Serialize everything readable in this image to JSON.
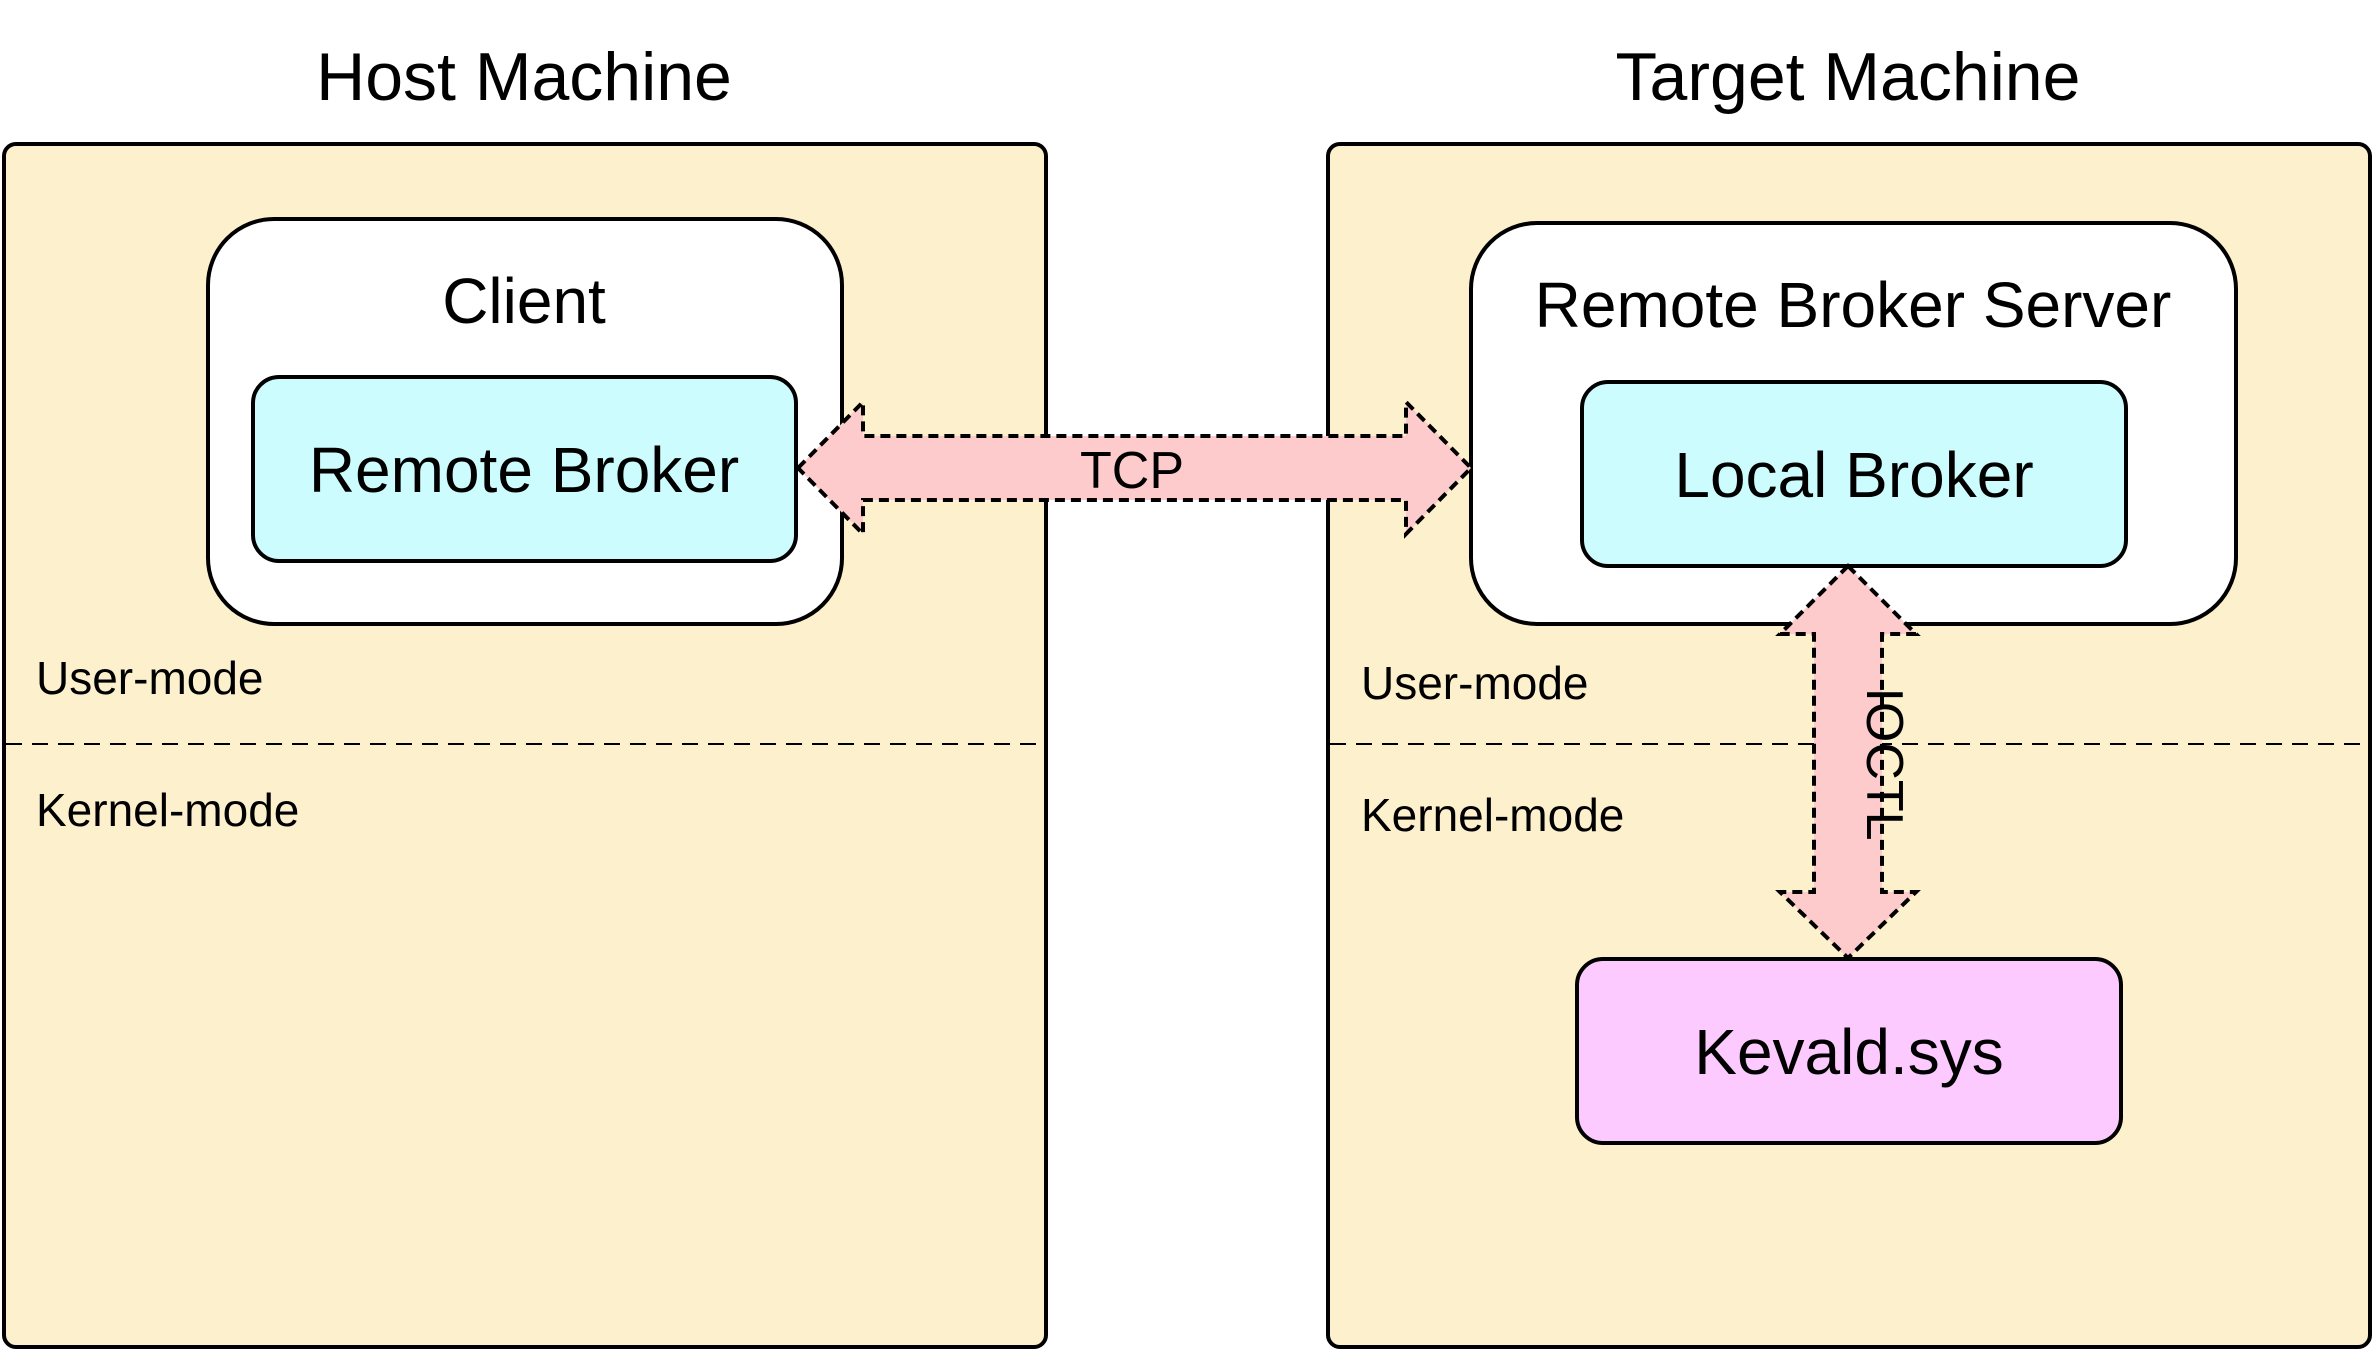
{
  "host": {
    "title": "Host Machine",
    "client_title": "Client",
    "remote_broker_label": "Remote Broker",
    "user_mode_label": "User-mode",
    "kernel_mode_label": "Kernel-mode"
  },
  "target": {
    "title": "Target Machine",
    "server_title": "Remote Broker Server",
    "local_broker_label": "Local Broker",
    "user_mode_label": "User-mode",
    "kernel_mode_label": "Kernel-mode",
    "driver_label": "Kevald.sys"
  },
  "connections": {
    "tcp_label": "TCP",
    "ioctl_label": "IOCTL"
  },
  "colors": {
    "machine_fill": "#fdf0cc",
    "broker_fill": "#ccfcfe",
    "driver_fill": "#fccafe",
    "arrow_fill": "#fdcbcb",
    "container_fill": "#ffffff",
    "stroke": "#000000"
  }
}
